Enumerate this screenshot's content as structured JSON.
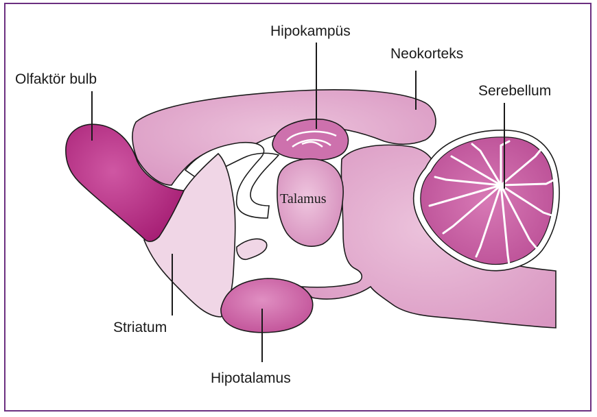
{
  "labels": {
    "olfactory_bulb": "Olfaktör bulb",
    "hippocampus": "Hipokampüs",
    "neocortex": "Neokorteks",
    "cerebellum": "Serebellum",
    "thalamus": "Talamus",
    "striatum": "Striatum",
    "hypothalamus": "Hipotalamus"
  },
  "colors": {
    "frame": "#6b2f80",
    "olfactory_bulb": "#b5267f",
    "neocortex": "#dda3c9",
    "striatum": "#f0d6e6",
    "thalamus": "#d98fbd",
    "hippocampus": "#cd71ad",
    "hypothalamus": "#c5559c",
    "brainstem": "#dda3c9",
    "cerebellum": "#c45ea1"
  }
}
